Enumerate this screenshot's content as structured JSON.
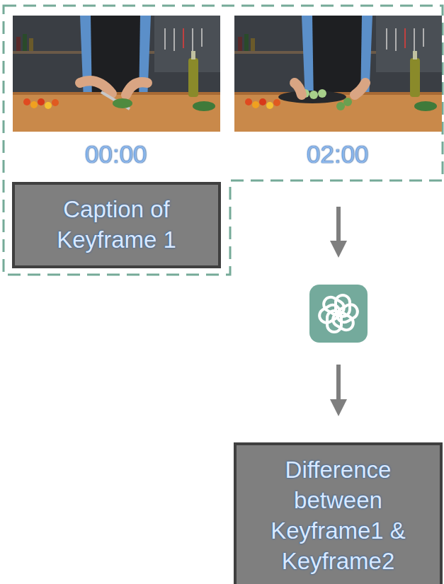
{
  "diagram": {
    "nodes": [
      {
        "text": [
          "Caption of Keyframe 1"
        ]
      },
      {
        "text": [
          "Difference between Keyframe1 & Keyframe2"
        ]
      }
    ],
    "labels": [
      "00:00",
      "02:00"
    ]
  }
}
